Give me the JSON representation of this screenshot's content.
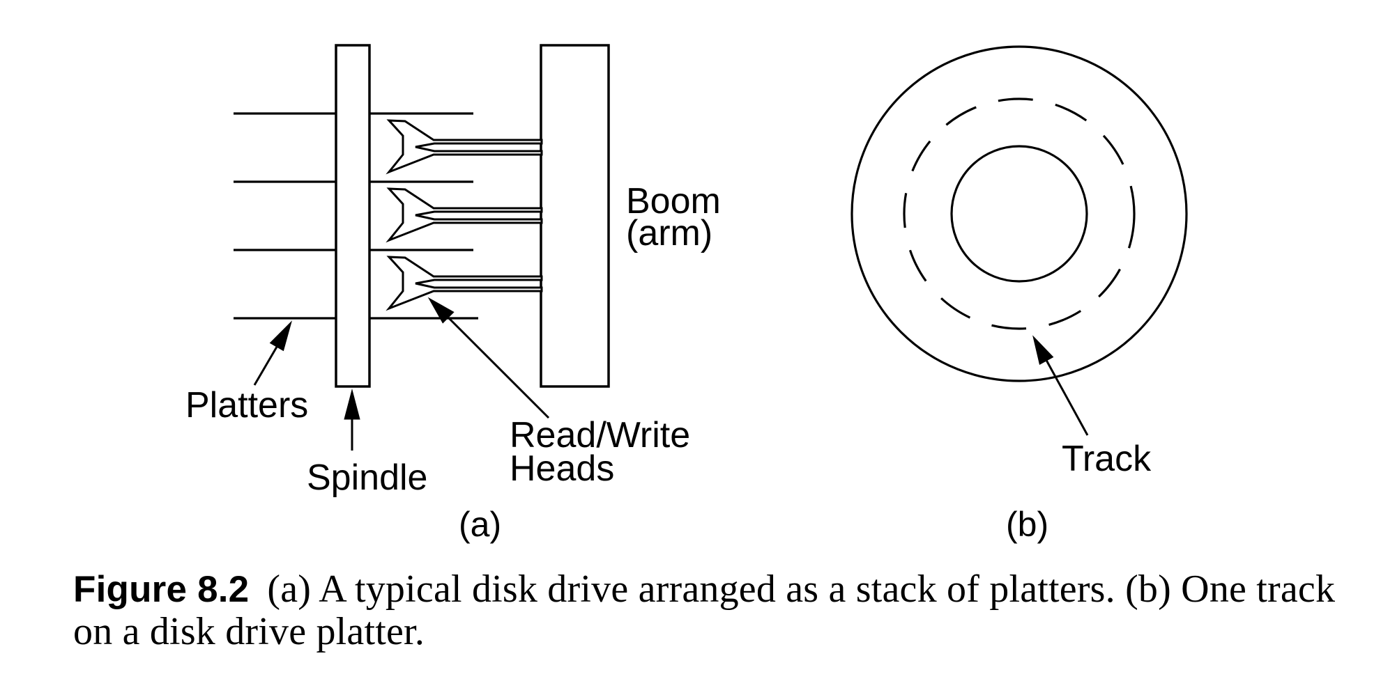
{
  "page": {
    "background": "#ffffff",
    "ink": "#000000"
  },
  "diagram_a": {
    "labels": {
      "platters": "Platters",
      "spindle": "Spindle",
      "read_write_line1": "Read/Write",
      "read_write_line2": "Heads",
      "boom_line1": "Boom",
      "boom_line2": "(arm)",
      "sub_caption": "(a)"
    }
  },
  "diagram_b": {
    "labels": {
      "track": "Track",
      "sub_caption": "(b)"
    }
  },
  "caption": {
    "figure_label": "Figure 8.2",
    "line1": "(a) A typical disk drive arranged as a stack of platters. (b) One track",
    "line2": "on a disk drive platter."
  }
}
